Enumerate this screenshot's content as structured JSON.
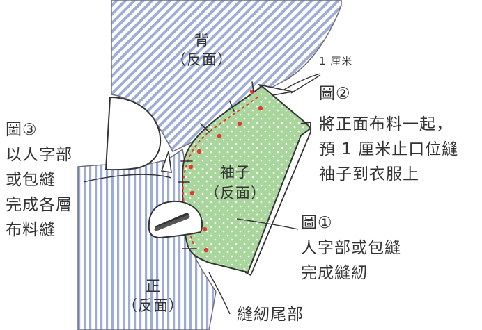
{
  "colors": {
    "stripe": "#9eadd6",
    "fabric_bg": "#ffffff",
    "sleeve_fill": "#a9d69c",
    "stitch": "#e23a2f",
    "ink": "#333333",
    "iron": "#ffffff"
  },
  "icons": [
    "iron-icon"
  ],
  "labels": {
    "back": "背",
    "back_side": "（反面）",
    "front": "正",
    "front_side": "（反面）",
    "sleeve": "袖子",
    "sleeve_side": "（反面）",
    "one_cm": "1 厘米",
    "tail": "縫紉尾部"
  },
  "notes": {
    "fig2": {
      "title": "圖②",
      "lines": [
        "將正面布料一起，",
        "預 1 厘米止口位縫",
        "袖子到衣服上"
      ]
    },
    "fig3": {
      "title": "圖③",
      "lines": [
        "以人字部",
        "或包縫",
        "完成各層",
        "布料縫"
      ]
    },
    "fig1": {
      "title": "圖①",
      "lines": [
        "人字部或包縫",
        "完成縫紉"
      ]
    }
  }
}
